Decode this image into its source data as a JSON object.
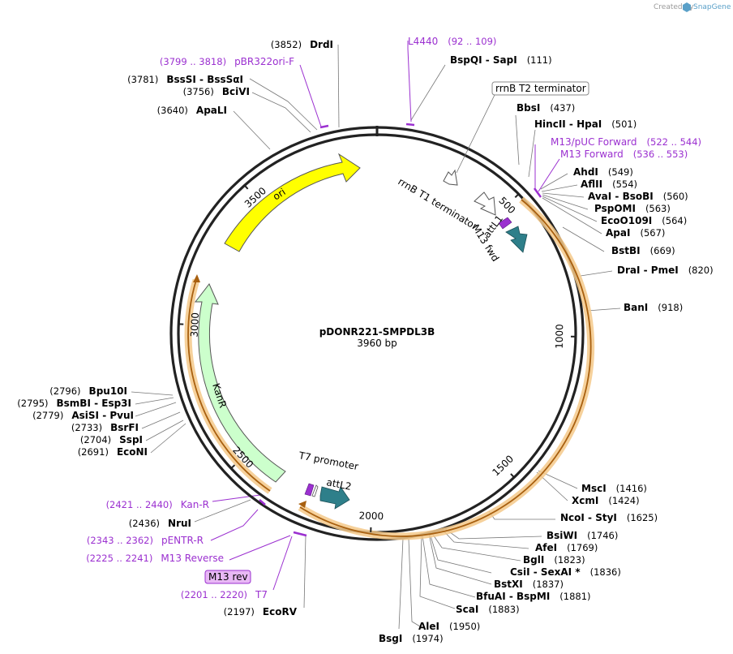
{
  "credit": {
    "created_by": "Created by",
    "brand": "SnapGene"
  },
  "plasmid": {
    "name": "pDONR221-SMPDL3B",
    "size": "3960 bp",
    "total_bp": 3960
  },
  "colors": {
    "primer": "#9b30d0",
    "backbone": "#222222",
    "ori": "#ffff00",
    "kanr": "#ccffcc",
    "att": "#2e7f8a",
    "orf_highlight": "#f5c98a",
    "orf": "#c87a20",
    "leader": "#777777"
  },
  "tick_labels": [
    "500",
    "1000",
    "1500",
    "2000",
    "2500",
    "3000",
    "3500"
  ],
  "features": {
    "ori": "ori",
    "kanr": "KanR",
    "rrnB_T1": "rrnB T1 terminator",
    "rrnB_T2": "rrnB T2 terminator",
    "attL1": "attL1",
    "attL2": "attL2",
    "t7_promoter": "T7 promoter",
    "m13_fwd": "M13 fwd",
    "m13_rev": "M13 rev"
  },
  "right_labels": [
    {
      "name": "BspQI - SapI",
      "pos": "(111)"
    },
    {
      "name": "BbsI",
      "pos": "(437)"
    },
    {
      "name": "HincII - HpaI",
      "pos": "(501)"
    },
    {
      "name": "M13/pUC Forward",
      "pos": "(522 .. 544)",
      "primer": true
    },
    {
      "name": "M13 Forward",
      "pos": "(536 .. 553)",
      "primer": true
    },
    {
      "name": "AhdI",
      "pos": "(549)"
    },
    {
      "name": "AflII",
      "pos": "(554)"
    },
    {
      "name": "AvaI - BsoBI",
      "pos": "(560)"
    },
    {
      "name": "PspOMI",
      "pos": "(563)"
    },
    {
      "name": "EcoO109I",
      "pos": "(564)"
    },
    {
      "name": "ApaI",
      "pos": "(567)"
    },
    {
      "name": "BstBI",
      "pos": "(669)"
    },
    {
      "name": "DraI - PmeI",
      "pos": "(820)"
    },
    {
      "name": "BanI",
      "pos": "(918)"
    },
    {
      "name": "MscI",
      "pos": "(1416)"
    },
    {
      "name": "XcmI",
      "pos": "(1424)"
    },
    {
      "name": "NcoI - StyI",
      "pos": "(1625)"
    },
    {
      "name": "BsiWI",
      "pos": "(1746)"
    },
    {
      "name": "AfeI",
      "pos": "(1769)"
    },
    {
      "name": "BglI",
      "pos": "(1823)"
    },
    {
      "name": "CsiI - SexAI *",
      "pos": "(1836)"
    },
    {
      "name": "BstXI",
      "pos": "(1837)"
    },
    {
      "name": "BfuAI - BspMI",
      "pos": "(1881)"
    },
    {
      "name": "ScaI",
      "pos": "(1883)"
    },
    {
      "name": "AleI",
      "pos": "(1950)"
    },
    {
      "name": "BsgI",
      "pos": "(1974)"
    }
  ],
  "left_labels": [
    {
      "name": "DrdI",
      "pos": "(3852)"
    },
    {
      "name": "L4440",
      "pos": "(92 .. 109)",
      "primer": true
    },
    {
      "name": "pBR322ori-F",
      "pos": "(3799 .. 3818)",
      "primer": true
    },
    {
      "name": "BssSI - BssSαI",
      "pos": "(3781)"
    },
    {
      "name": "BciVI",
      "pos": "(3756)"
    },
    {
      "name": "ApaLI",
      "pos": "(3640)"
    },
    {
      "name": "Bpu10I",
      "pos": "(2796)"
    },
    {
      "name": "BsmBI - Esp3I",
      "pos": "(2795)"
    },
    {
      "name": "AsiSI - PvuI",
      "pos": "(2779)"
    },
    {
      "name": "BsrFI",
      "pos": "(2733)"
    },
    {
      "name": "SspI",
      "pos": "(2704)"
    },
    {
      "name": "EcoNI",
      "pos": "(2691)"
    },
    {
      "name": "Kan-R",
      "pos": "(2421 .. 2440)",
      "primer": true
    },
    {
      "name": "NruI",
      "pos": "(2436)"
    },
    {
      "name": "pENTR-R",
      "pos": "(2343 .. 2362)",
      "primer": true
    },
    {
      "name": "M13 Reverse",
      "pos": "(2225 .. 2241)",
      "primer": true
    },
    {
      "name": "T7",
      "pos": "(2201 .. 2220)",
      "primer": true
    },
    {
      "name": "EcoRV",
      "pos": "(2197)"
    }
  ]
}
